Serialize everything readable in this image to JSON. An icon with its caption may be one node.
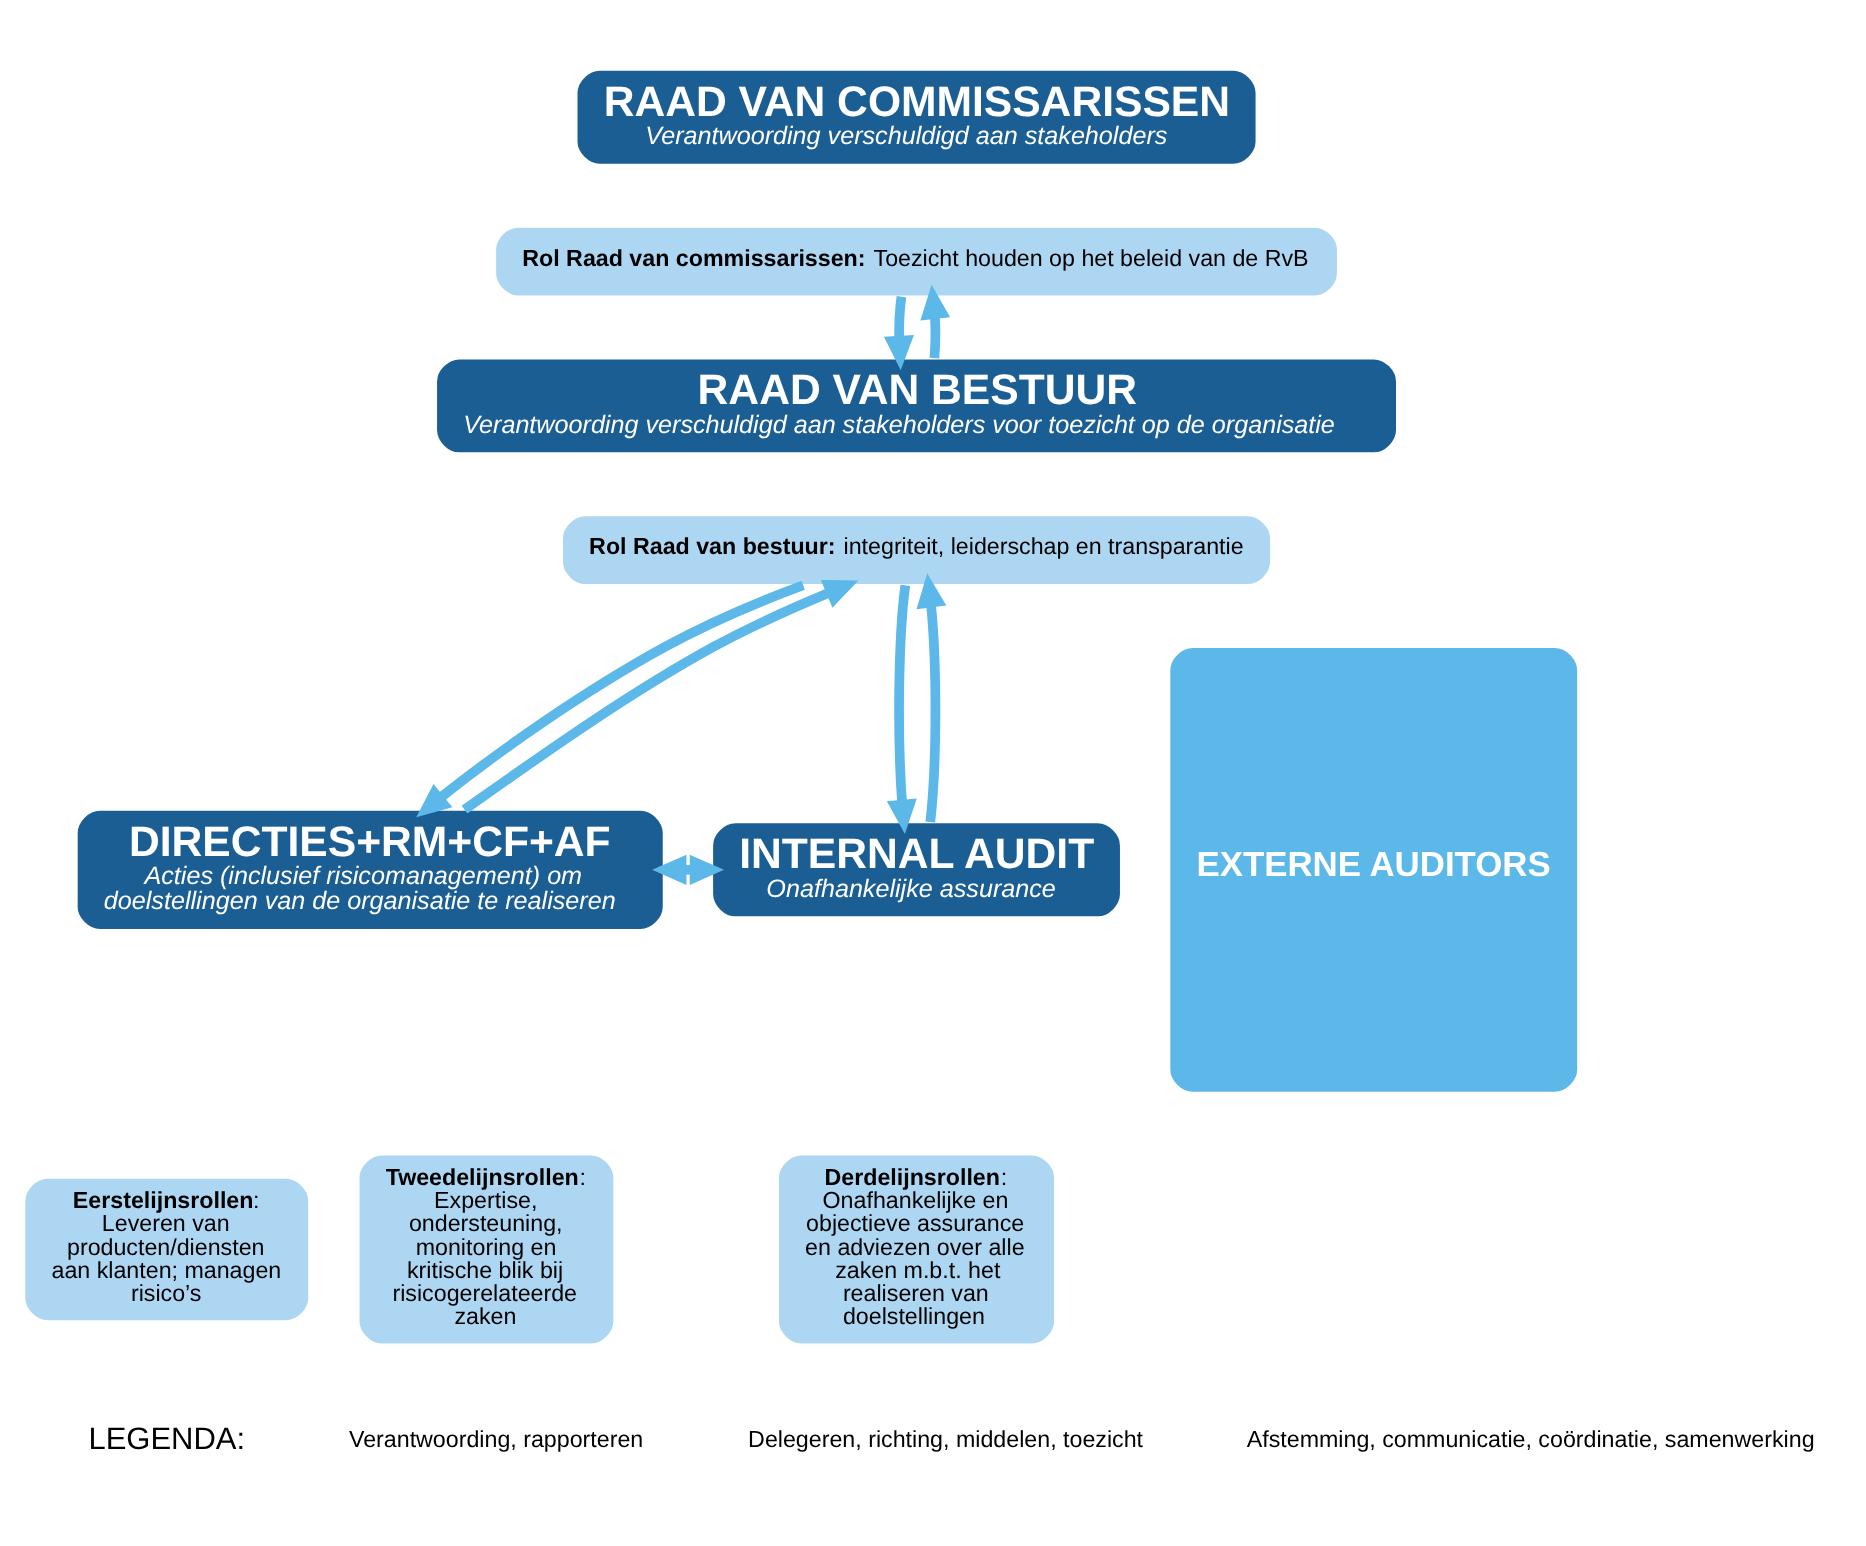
{
  "diagram": {
    "nodes": [
      {
        "text": [
          "RAAD VAN COMMISSARISSEN",
          "Verantwoording verschuldigd aan stakeholders"
        ]
      },
      {
        "text": [
          "**Rol Raad van commissarissen:** Toezicht houden op het beleid van de RvB"
        ]
      },
      {
        "text": [
          "RAAD VAN BESTUUR",
          "Verantwoording verschuldigd aan stakeholders voor toezicht op de organisatie"
        ]
      },
      {
        "text": [
          "**Rol Raad van bestuur:** integriteit, leiderschap en transparantie"
        ]
      },
      {
        "text": [
          "DIRECTIES+RM+CF+AF",
          "Acties (inclusief risicomanagement) om doelstellingen van de organisatie te realiseren"
        ]
      },
      {
        "text": [
          "**Eerstelijnsrollen**:",
          "Leveren van producten/diensten aan klanten; managen risico’s"
        ]
      },
      {
        "text": [
          "**Tweedelijnsrollen**:",
          "Expertise, ondersteuning, monitoring en kritische blik bij risicogerelateerde zaken"
        ]
      },
      {
        "text": [
          "INTERNAL AUDIT",
          "Onafhankelijke assurance"
        ]
      },
      {
        "text": [
          "**Derdelijnsrollen**:",
          "Onafhankelijke en objectieve assurance en adviezen over alle zaken m.b.t. het realiseren van doelstellingen"
        ]
      },
      {
        "text": [
          "EXTERNE AUDITORS"
        ]
      }
    ],
    "edges": [
      {
        "from": 1,
        "to": 2,
        "arrow": "to"
      },
      {
        "from": 2,
        "to": 1,
        "arrow": "to"
      },
      {
        "from": 3,
        "to": 4,
        "arrow": "to"
      },
      {
        "from": 4,
        "to": 3,
        "arrow": "to"
      },
      {
        "from": 3,
        "to": 7,
        "arrow": "to"
      },
      {
        "from": 7,
        "to": 3,
        "arrow": "to"
      },
      {
        "from": 4,
        "to": 7,
        "arrow": "both"
      }
    ],
    "labels": [
      "LEGENDA:"
    ],
    "legend": [
      {
        "text": "Verantwoording, rapporteren"
      },
      {
        "text": "Delegeren, richting, middelen, toezicht"
      },
      {
        "text": "Afstemming, communicatie, coördinatie, samenwerking"
      }
    ]
  }
}
